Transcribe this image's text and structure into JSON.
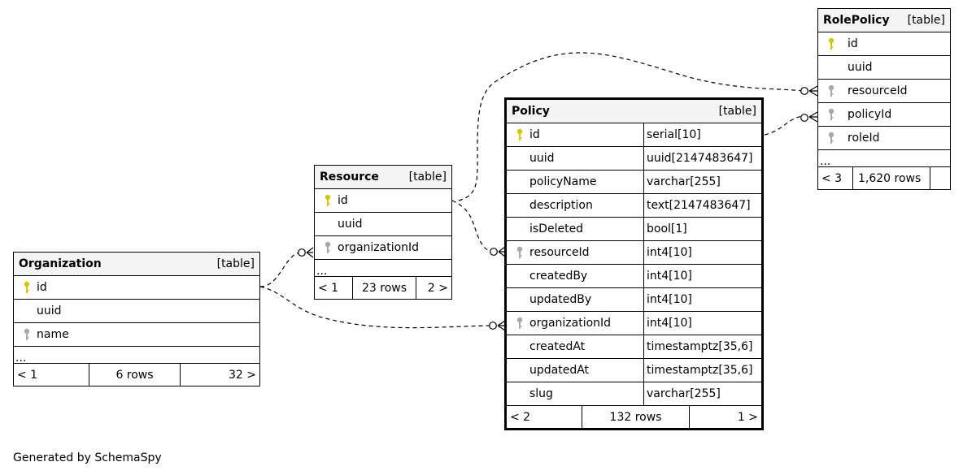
{
  "tables": {
    "organization": {
      "name": "Organization",
      "type": "[table]",
      "columns": [
        "id",
        "uuid",
        "name"
      ],
      "more": "...",
      "footer": {
        "prev": "< 1",
        "rows": "6 rows",
        "next": "32 >"
      }
    },
    "resource": {
      "name": "Resource",
      "type": "[table]",
      "columns": [
        "id",
        "uuid",
        "organizationId"
      ],
      "more": "...",
      "footer": {
        "prev": "< 1",
        "rows": "23 rows",
        "next": "2 >"
      }
    },
    "policy": {
      "name": "Policy",
      "type": "[table]",
      "columns": [
        {
          "name": "id",
          "type": "serial[10]"
        },
        {
          "name": "uuid",
          "type": "uuid[2147483647]"
        },
        {
          "name": "policyName",
          "type": "varchar[255]"
        },
        {
          "name": "description",
          "type": "text[2147483647]"
        },
        {
          "name": "isDeleted",
          "type": "bool[1]"
        },
        {
          "name": "resourceId",
          "type": "int4[10]"
        },
        {
          "name": "createdBy",
          "type": "int4[10]"
        },
        {
          "name": "updatedBy",
          "type": "int4[10]"
        },
        {
          "name": "organizationId",
          "type": "int4[10]"
        },
        {
          "name": "createdAt",
          "type": "timestamptz[35,6]"
        },
        {
          "name": "updatedAt",
          "type": "timestamptz[35,6]"
        },
        {
          "name": "slug",
          "type": "varchar[255]"
        }
      ],
      "footer": {
        "prev": "< 2",
        "rows": "132 rows",
        "next": "1 >"
      }
    },
    "rolepolicy": {
      "name": "RolePolicy",
      "type": "[table]",
      "columns": [
        "id",
        "uuid",
        "resourceId",
        "policyId",
        "roleId"
      ],
      "more": "...",
      "footer": {
        "prev": "< 3",
        "rows": "1,620 rows"
      }
    }
  },
  "colors": {
    "primary_key": "#d4c800",
    "foreign_key": "#a8a8a8",
    "header_bg": "#f4f4f4"
  },
  "credit": "Generated by SchemaSpy"
}
